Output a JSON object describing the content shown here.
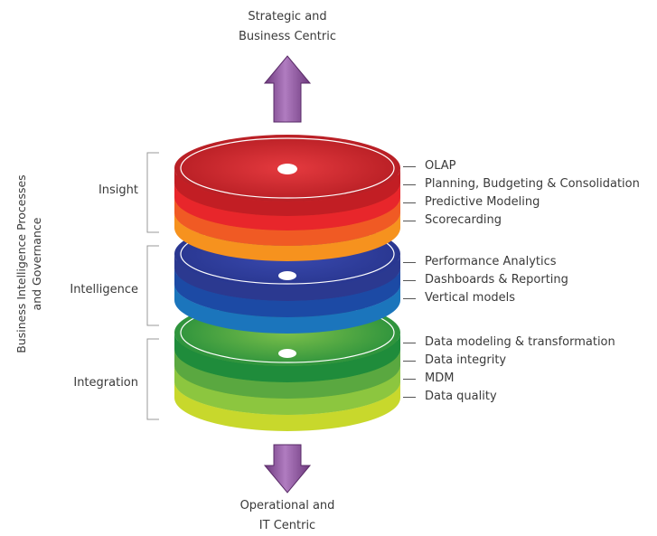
{
  "top_caption": [
    "Strategic and",
    "Business Centric"
  ],
  "bottom_caption": [
    "Operational and",
    "IT Centric"
  ],
  "side_title": [
    "Business Intelligence Processes",
    "and Governance"
  ],
  "groups": [
    {
      "label": "Insight",
      "items": [
        "OLAP",
        "Planning, Budgeting & Consolidation",
        "Predictive Modeling",
        "Scorecarding"
      ]
    },
    {
      "label": "Intelligence",
      "items": [
        "Performance Analytics",
        "Dashboards & Reporting",
        "Vertical models"
      ]
    },
    {
      "label": "Integration",
      "items": [
        "Data modeling & transformation",
        "Data integrity",
        "MDM",
        "Data quality"
      ]
    }
  ],
  "colors": {
    "arrow": "#8e4f9a",
    "insight_layers": [
      "#c21e24",
      "#e8262b",
      "#f05a24",
      "#f6921e"
    ],
    "intelligence_layers": [
      "#2b3990",
      "#1c4aa5",
      "#1b75bc"
    ],
    "integration_layers": [
      "#1f8c3b",
      "#5aa840",
      "#8cc63f",
      "#c8d82c"
    ]
  }
}
